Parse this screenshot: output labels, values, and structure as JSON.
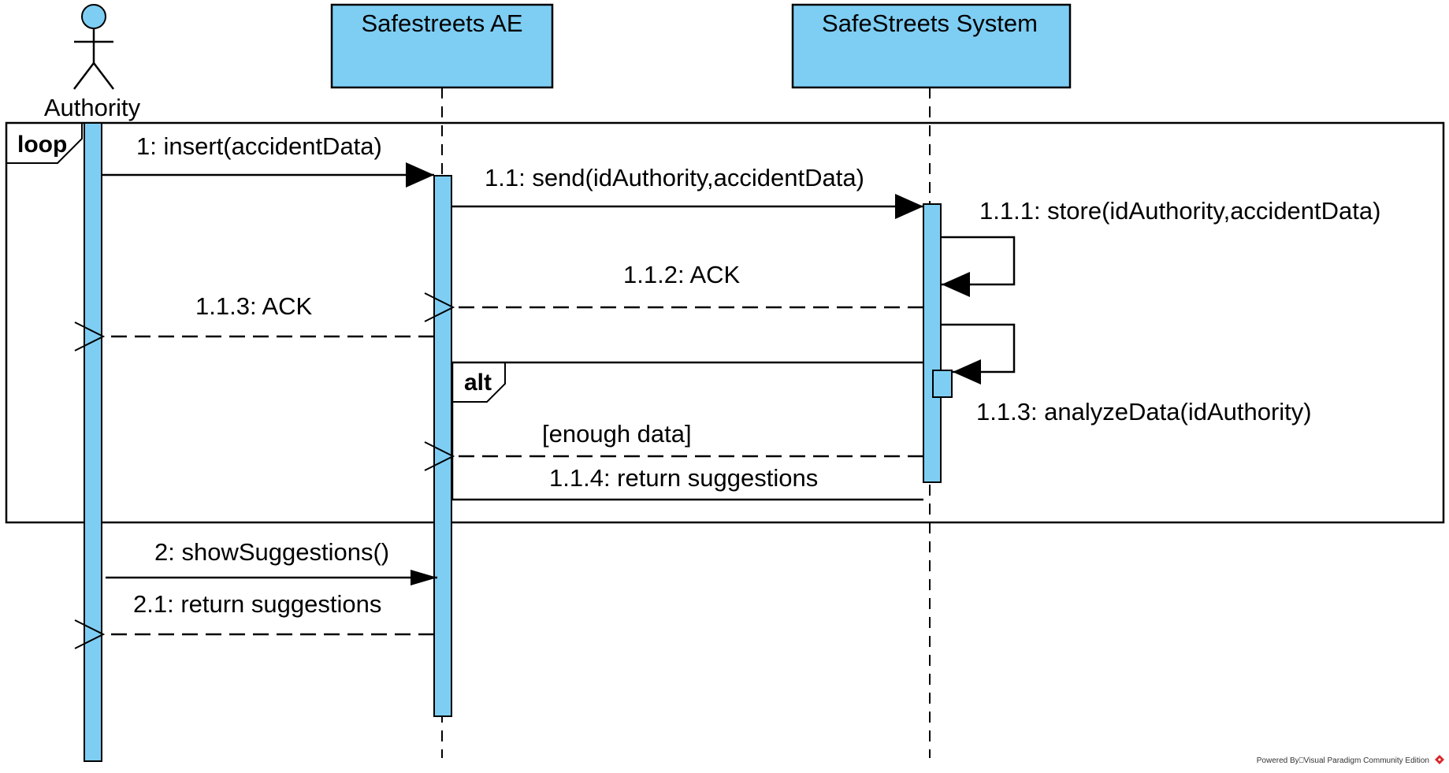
{
  "diagram": {
    "type": "UML sequence diagram",
    "colors": {
      "fill": "#7ecef4",
      "stroke": "#000000",
      "background": "#ffffff",
      "logo": "#d9262b"
    },
    "participants": [
      {
        "name": "Authority",
        "kind": "actor"
      },
      {
        "name": "Safestreets AE",
        "kind": "object"
      },
      {
        "name": "SafeStreets System",
        "kind": "object"
      }
    ],
    "fragments": {
      "loop": "loop",
      "alt": "alt",
      "alt_guard": "[enough data]"
    },
    "messages": [
      {
        "label": "1: insert(accidentData)",
        "from": "Authority",
        "to": "Safestreets AE",
        "kind": "synchronous"
      },
      {
        "label": "1.1: send(idAuthority,accidentData)",
        "from": "Safestreets AE",
        "to": "SafeStreets System",
        "kind": "synchronous"
      },
      {
        "label": "1.1.1: store(idAuthority,accidentData)",
        "from": "SafeStreets System",
        "to": "SafeStreets System",
        "kind": "self"
      },
      {
        "label": "1.1.2: ACK",
        "from": "SafeStreets System",
        "to": "Safestreets AE",
        "kind": "return"
      },
      {
        "label": "1.1.3: ACK",
        "from": "Safestreets AE",
        "to": "Authority",
        "kind": "return"
      },
      {
        "label": "1.1.3: analyzeData(idAuthority)",
        "from": "SafeStreets System",
        "to": "SafeStreets System",
        "kind": "self"
      },
      {
        "label": "1.1.4: return suggestions",
        "from": "SafeStreets System",
        "to": "Safestreets AE",
        "kind": "return"
      },
      {
        "label": "2: showSuggestions()",
        "from": "Authority",
        "to": "Safestreets AE",
        "kind": "synchronous"
      },
      {
        "label": "2.1: return suggestions",
        "from": "Safestreets AE",
        "to": "Authority",
        "kind": "return"
      }
    ],
    "footer": "Powered By⎕Visual Paradigm Community Edition",
    "logo_icon": "visual-paradigm-logo-icon"
  }
}
